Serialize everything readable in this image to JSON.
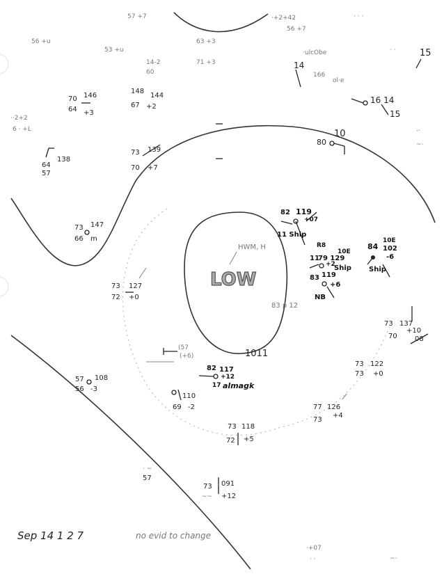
{
  "center": {
    "label": "LOW",
    "note": "HWM, H",
    "pressure_label": "83 p 12"
  },
  "isobar_label": "1011",
  "footer": {
    "date": "Sep 14 1 2 7",
    "note": "no evid to change"
  },
  "upper_right": {
    "a": "80",
    "b": "10",
    "c": "15",
    "d": "14",
    "e": "16 14",
    "f": "15"
  },
  "ships": {
    "s1": {
      "a": "82",
      "b": "119",
      "c": "11 Ship",
      "d": "+07"
    },
    "s2": {
      "a": "R8",
      "b": "10E",
      "c": "11",
      "d": "79 129",
      "e": "+2",
      "f": "Ship",
      "g": "83",
      "h": "119",
      "i": "+6",
      "j": "NB"
    },
    "s3": {
      "a": "84",
      "b": "10E",
      "c": "102",
      "d": "-6",
      "e": "Ship"
    }
  },
  "almagk": {
    "a": "82",
    "b": "117",
    "c": "+12",
    "d": "17",
    "e": "almagk"
  },
  "stations": {
    "w1": {
      "a": "73",
      "b": "147",
      "c": "66",
      "d": "m"
    },
    "w2": {
      "a": "64",
      "b": "138",
      "c": "57"
    },
    "w3": {
      "a": "70",
      "b": "146",
      "c": "64",
      "d": "+3"
    },
    "w4": {
      "a": "148",
      "b": "144",
      "c": "67",
      "d": "+2"
    },
    "w5": {
      "a": "73",
      "b": "139",
      "c": "70",
      "d": "+7"
    },
    "w6": {
      "a": "73",
      "b": "127",
      "c": "72",
      "d": "+0"
    },
    "w7": {
      "a": "57",
      "b": "108",
      "c": "56",
      "d": "-3"
    },
    "w8": {
      "a": "110",
      "b": "69",
      "c": "-2"
    },
    "s1": {
      "a": "73",
      "b": "118",
      "c": "72",
      "d": "+5"
    },
    "s2": {
      "a": "77",
      "b": "126",
      "c": "73",
      "d": "+4"
    },
    "s3": {
      "a": "73",
      "b": "122",
      "c": "73",
      "d": "+0"
    },
    "s4": {
      "a": "73",
      "b": "137",
      "c": "70",
      "d": "+10",
      "e": "08"
    },
    "s5": {
      "a": "73",
      "b": "091",
      "c": "+12"
    },
    "s6": {
      "a": "57"
    }
  }
}
